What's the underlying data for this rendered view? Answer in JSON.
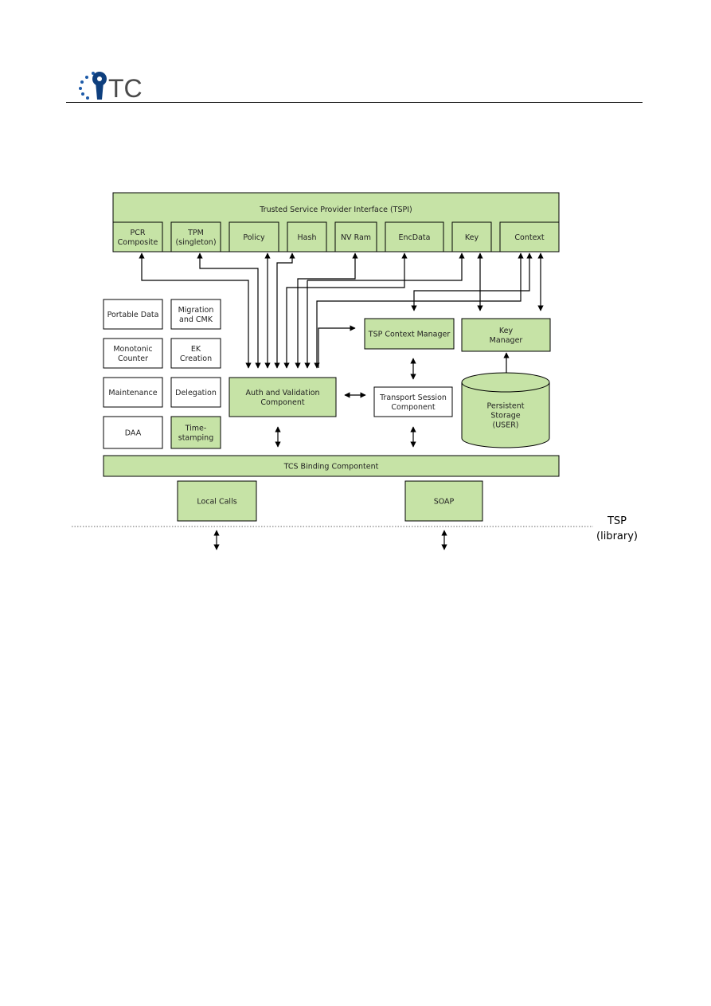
{
  "header": {
    "logo_text": "TC",
    "logo_accent": "#1c5aa8",
    "logo_star_color": "#1c5aa8"
  },
  "colors": {
    "component_fill": "#c6e3a6",
    "plain_fill": "#ffffff",
    "stroke": "#000000"
  },
  "diagram": {
    "tspi": {
      "title": "Trusted Service Provider Interface (TSPI)",
      "items": [
        {
          "label": [
            "PCR",
            "Composite"
          ]
        },
        {
          "label": [
            "TPM",
            "(singleton)"
          ]
        },
        {
          "label": [
            "Policy"
          ]
        },
        {
          "label": [
            "Hash"
          ]
        },
        {
          "label": [
            "NV Ram"
          ]
        },
        {
          "label": [
            "EncData"
          ]
        },
        {
          "label": [
            "Key"
          ]
        },
        {
          "label": [
            "Context"
          ]
        }
      ]
    },
    "left_modules": [
      {
        "label": [
          "Portable Data"
        ],
        "highlight": false
      },
      {
        "label": [
          "Migration",
          "and CMK"
        ],
        "highlight": false
      },
      {
        "label": [
          "Monotonic",
          "Counter"
        ],
        "highlight": false
      },
      {
        "label": [
          "EK",
          "Creation"
        ],
        "highlight": false
      },
      {
        "label": [
          "Maintenance"
        ],
        "highlight": false
      },
      {
        "label": [
          "Delegation"
        ],
        "highlight": false
      },
      {
        "label": [
          "DAA"
        ],
        "highlight": false
      },
      {
        "label": [
          "Time-",
          "stamping"
        ],
        "highlight": true
      }
    ],
    "tsp_context_manager": {
      "label": [
        "TSP Context Manager"
      ]
    },
    "key_manager": {
      "label": [
        "Key",
        "Manager"
      ]
    },
    "auth_validation": {
      "label": [
        "Auth and Validation",
        "Component"
      ]
    },
    "transport_session": {
      "label": [
        "Transport Session",
        "Component"
      ]
    },
    "persistent_storage": {
      "label": [
        "Persistent",
        "Storage",
        "(USER)"
      ]
    },
    "tcs_binding": {
      "label": [
        "TCS Binding Compontent"
      ]
    },
    "local_calls": {
      "label": [
        "Local Calls"
      ]
    },
    "soap": {
      "label": [
        "SOAP"
      ]
    },
    "boundary_label": [
      "TSP",
      "(library)"
    ]
  }
}
